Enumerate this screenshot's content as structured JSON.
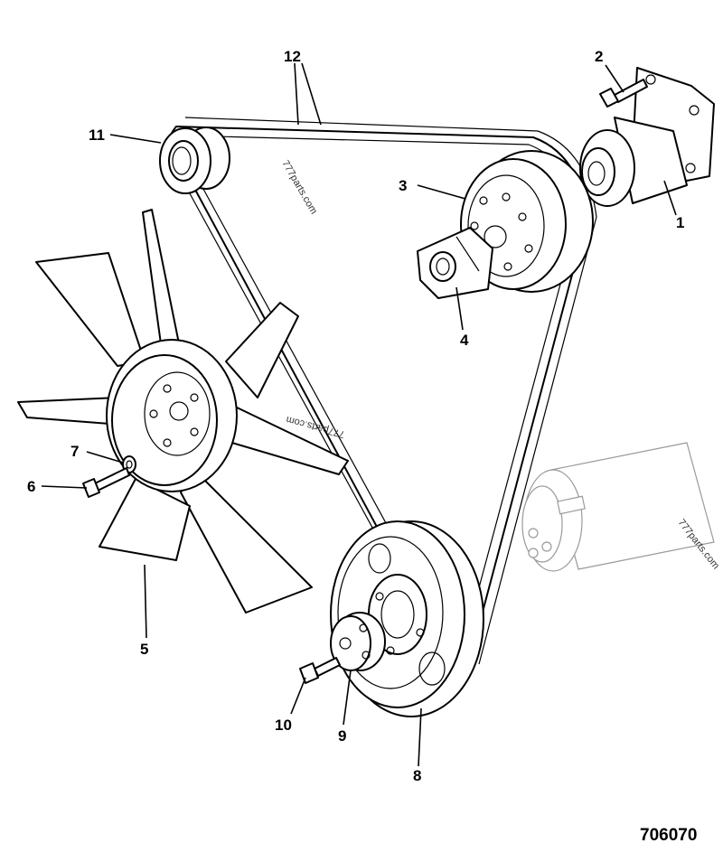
{
  "diagram": {
    "figure_number": "706070",
    "watermarks": [
      "777parts.com",
      "777parts.com",
      "777parts.com"
    ],
    "callouts": [
      {
        "id": "c1",
        "label": "1"
      },
      {
        "id": "c2",
        "label": "2"
      },
      {
        "id": "c3",
        "label": "3"
      },
      {
        "id": "c4",
        "label": "4"
      },
      {
        "id": "c5",
        "label": "5"
      },
      {
        "id": "c6",
        "label": "6"
      },
      {
        "id": "c7",
        "label": "7"
      },
      {
        "id": "c8",
        "label": "8"
      },
      {
        "id": "c9",
        "label": "9"
      },
      {
        "id": "c10",
        "label": "10"
      },
      {
        "id": "c11",
        "label": "11"
      },
      {
        "id": "c12",
        "label": "12"
      }
    ]
  }
}
